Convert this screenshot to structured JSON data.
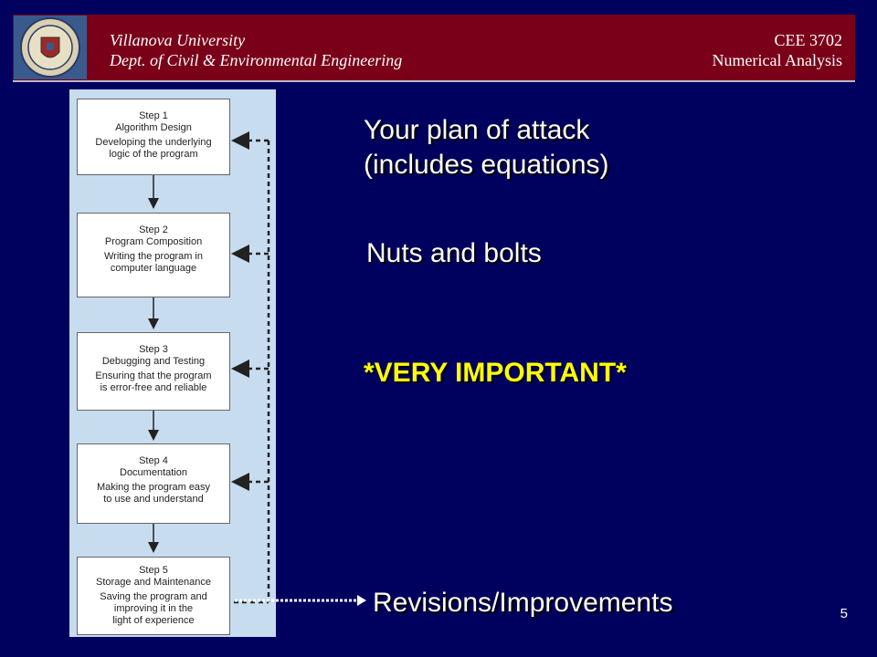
{
  "header": {
    "university": "Villanova University",
    "department": "Dept. of Civil & Environmental Engineering",
    "course": "CEE 3702",
    "course_title": "Numerical Analysis",
    "seal_icon": "university-seal-icon"
  },
  "flowchart": {
    "steps": [
      {
        "number": "Step 1",
        "title": "Algorithm Design",
        "desc1": "Developing the underlying",
        "desc2": "logic of the program"
      },
      {
        "number": "Step 2",
        "title": "Program Composition",
        "desc1": "Writing the program in",
        "desc2": "computer language"
      },
      {
        "number": "Step 3",
        "title": "Debugging and Testing",
        "desc1": "Ensuring that the program",
        "desc2": "is error-free and reliable"
      },
      {
        "number": "Step 4",
        "title": "Documentation",
        "desc1": "Making the program easy",
        "desc2": "to use and understand"
      },
      {
        "number": "Step 5",
        "title": "Storage and Maintenance",
        "desc1": "Saving the program and",
        "desc2": "improving it in the",
        "desc3": "light of experience"
      }
    ]
  },
  "notes": {
    "plan_line1": "Your plan of attack",
    "plan_line2": "(includes equations)",
    "nuts": "Nuts and bolts",
    "important": "*VERY IMPORTANT*",
    "revisions": "Revisions/Improvements"
  },
  "page_number": "5",
  "colors": {
    "background": "#00005e",
    "header": "#7a0019",
    "highlight": "#ffff00",
    "panel": "#c8dcef"
  }
}
